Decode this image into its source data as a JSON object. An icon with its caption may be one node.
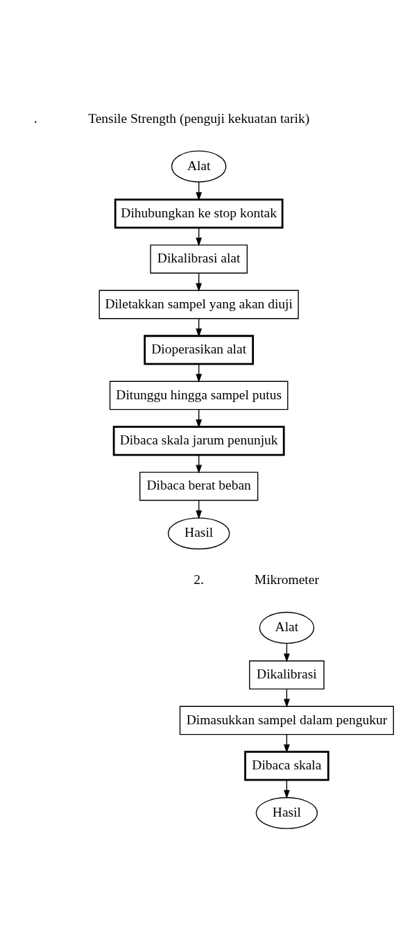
{
  "diagram": {
    "nodes": [
      {
        "text": [
          "Alat"
        ]
      },
      {
        "text": [
          "Dihubungkan ke stop kontak"
        ]
      },
      {
        "text": [
          "Dikalibrasi alat"
        ]
      },
      {
        "text": [
          "Diletakkan sampel yang akan diuji"
        ]
      },
      {
        "text": [
          "Dioperasikan alat"
        ]
      },
      {
        "text": [
          "Ditunggu hingga sampel putus"
        ]
      },
      {
        "text": [
          "Dibaca skala jarum penunjuk"
        ]
      },
      {
        "text": [
          "Dibaca berat beban"
        ]
      },
      {
        "text": [
          "Hasil"
        ]
      },
      {
        "text": [
          "Alat"
        ]
      },
      {
        "text": [
          "Dikalibrasi"
        ]
      },
      {
        "text": [
          "Dimasukkan sampel dalam pengukur"
        ]
      },
      {
        "text": [
          "Dibaca skala"
        ]
      },
      {
        "text": [
          "Hasil"
        ]
      }
    ],
    "edges": [
      {
        "from": 0,
        "to": 1,
        "arrow": "to"
      },
      {
        "from": 1,
        "to": 2,
        "arrow": "to"
      },
      {
        "from": 2,
        "to": 3,
        "arrow": "to"
      },
      {
        "from": 3,
        "to": 4,
        "arrow": "to"
      },
      {
        "from": 4,
        "to": 5,
        "arrow": "to"
      },
      {
        "from": 5,
        "to": 6,
        "arrow": "to"
      },
      {
        "from": 6,
        "to": 7,
        "arrow": "to"
      },
      {
        "from": 7,
        "to": 8,
        "arrow": "to"
      },
      {
        "from": 9,
        "to": 10,
        "arrow": "to"
      },
      {
        "from": 10,
        "to": 11,
        "arrow": "to"
      },
      {
        "from": 11,
        "to": 12,
        "arrow": "to"
      },
      {
        "from": 12,
        "to": 13,
        "arrow": "to"
      }
    ],
    "labels": [
      ".",
      "Tensile Strength (penguji kekuatan tarik)",
      "2.",
      "Mikrometer"
    ]
  }
}
